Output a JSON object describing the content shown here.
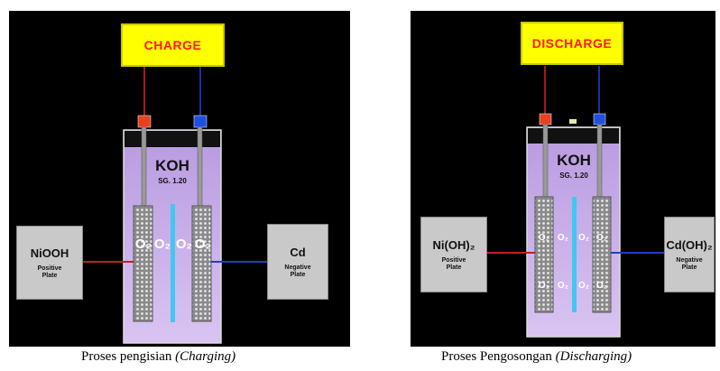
{
  "charge": {
    "mode_label": "CHARGE",
    "electrolyte": "KOH",
    "specific_gravity": "SG. 1.20",
    "positive_plate": {
      "name": "NiOOH",
      "sub": "Positive\nPlate"
    },
    "negative_plate": {
      "name": "Cd",
      "sub": "Negative\nPlate"
    },
    "gas_label": "O₂",
    "caption": "Proses pengisian",
    "caption_italic": "(Charging)"
  },
  "discharge": {
    "mode_label": "DISCHARGE",
    "electrolyte": "KOH",
    "specific_gravity": "SG. 1.20",
    "positive_plate": {
      "name": "Ni(OH)₂",
      "sub": "Positive\nPlate"
    },
    "negative_plate": {
      "name": "Cd(OH)₂",
      "sub": "Negative\nPlate"
    },
    "gas_label": "O₂",
    "caption": "Proses Pengosongan",
    "caption_italic": "(Discharging)"
  },
  "colors": {
    "panel_bg": "#000000",
    "electrolyte": "#c8a8e8",
    "mode_box": "#ffff00",
    "mode_text": "#ff1a1a",
    "positive_wire": "#e02020",
    "negative_wire": "#2040e0",
    "separator": "#40c8f0"
  }
}
